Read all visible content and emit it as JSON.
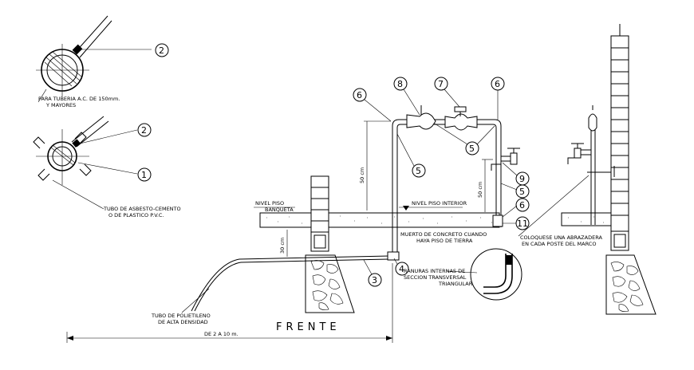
{
  "labels": {
    "pipe_ac": "PARA TUBERIA A.C. DE 150mm.",
    "pipe_ac_2": "Y MAYORES",
    "tubo_asbesto": "TUBO DE ASBESTO-CEMENTO",
    "tubo_asbesto_2": "O DE PLASTICO P.V.C.",
    "nivel_piso": "NIVEL PISO",
    "banqueta": "BANQUETA",
    "nivel_interior": "NIVEL PISO INTERIOR",
    "muerto_1": "MUERTO DE CONCRETO CUANDO",
    "muerto_2": "HAYA PISO DE TIERRA",
    "abrazadera_1": "COLOQUESE UNA ABRAZADERA",
    "abrazadera_2": "EN CADA POSTE DEL MARCO",
    "ranuras_1": "RANURAS INTERNAS DE",
    "ranuras_2": "SECCION TRANSVERSAL",
    "ranuras_3": "TRIANGULAR",
    "polietileno_1": "TUBO DE POLIETILENO",
    "polietileno_2": "DE ALTA DENSIDAD",
    "distancia": "DE 2 A 10 m.",
    "frente": "FRENTE",
    "dim_50_a": "50 cm",
    "dim_50_b": "50 cm",
    "dim_30": "30 cm"
  },
  "callouts": {
    "c2a": "2",
    "c2b": "2",
    "c1": "1",
    "c3": "3",
    "c4": "4",
    "c5a": "5",
    "c5b": "5",
    "c5c": "5",
    "c6a": "6",
    "c6b": "6",
    "c6c": "6",
    "c7": "7",
    "c8": "8",
    "c9": "9",
    "c11": "11"
  }
}
